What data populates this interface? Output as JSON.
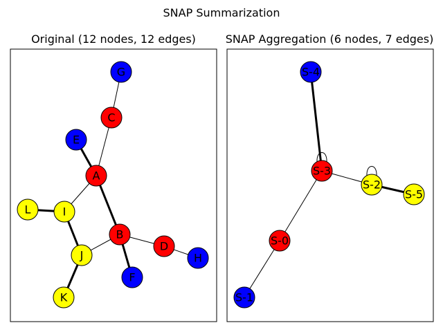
{
  "figure": {
    "suptitle": "SNAP Summarization"
  },
  "colors": {
    "red": "#ff0000",
    "blue": "#0000ff",
    "yellow": "#ffff00",
    "outline": "#000000"
  },
  "panels": [
    {
      "title": "Original (12 nodes, 12 edges)",
      "nodes": [
        {
          "id": "G",
          "color": "blue"
        },
        {
          "id": "C",
          "color": "red"
        },
        {
          "id": "E",
          "color": "blue"
        },
        {
          "id": "A",
          "color": "red"
        },
        {
          "id": "L",
          "color": "yellow"
        },
        {
          "id": "I",
          "color": "yellow"
        },
        {
          "id": "B",
          "color": "red"
        },
        {
          "id": "D",
          "color": "red"
        },
        {
          "id": "H",
          "color": "blue"
        },
        {
          "id": "J",
          "color": "yellow"
        },
        {
          "id": "F",
          "color": "blue"
        },
        {
          "id": "K",
          "color": "yellow"
        }
      ],
      "edges": [
        {
          "source": "G",
          "target": "C",
          "weight": 1
        },
        {
          "source": "C",
          "target": "A",
          "weight": 1
        },
        {
          "source": "E",
          "target": "A",
          "weight": 3
        },
        {
          "source": "A",
          "target": "I",
          "weight": 1
        },
        {
          "source": "A",
          "target": "B",
          "weight": 3
        },
        {
          "source": "L",
          "target": "I",
          "weight": 3
        },
        {
          "source": "I",
          "target": "J",
          "weight": 3
        },
        {
          "source": "B",
          "target": "J",
          "weight": 1
        },
        {
          "source": "B",
          "target": "D",
          "weight": 1
        },
        {
          "source": "B",
          "target": "F",
          "weight": 3
        },
        {
          "source": "D",
          "target": "H",
          "weight": 1
        },
        {
          "source": "J",
          "target": "K",
          "weight": 3
        }
      ]
    },
    {
      "title": "SNAP Aggregation (6 nodes, 7 edges)",
      "nodes": [
        {
          "id": "S-4",
          "color": "blue"
        },
        {
          "id": "S-3",
          "color": "red"
        },
        {
          "id": "S-2",
          "color": "yellow"
        },
        {
          "id": "S-5",
          "color": "yellow"
        },
        {
          "id": "S-0",
          "color": "red"
        },
        {
          "id": "S-1",
          "color": "blue"
        }
      ],
      "edges": [
        {
          "source": "S-4",
          "target": "S-3",
          "weight": 3
        },
        {
          "source": "S-3",
          "target": "S-3",
          "weight": 1
        },
        {
          "source": "S-3",
          "target": "S-2",
          "weight": 1
        },
        {
          "source": "S-2",
          "target": "S-2",
          "weight": 1
        },
        {
          "source": "S-2",
          "target": "S-5",
          "weight": 3
        },
        {
          "source": "S-3",
          "target": "S-0",
          "weight": 1
        },
        {
          "source": "S-0",
          "target": "S-1",
          "weight": 1
        }
      ]
    }
  ]
}
